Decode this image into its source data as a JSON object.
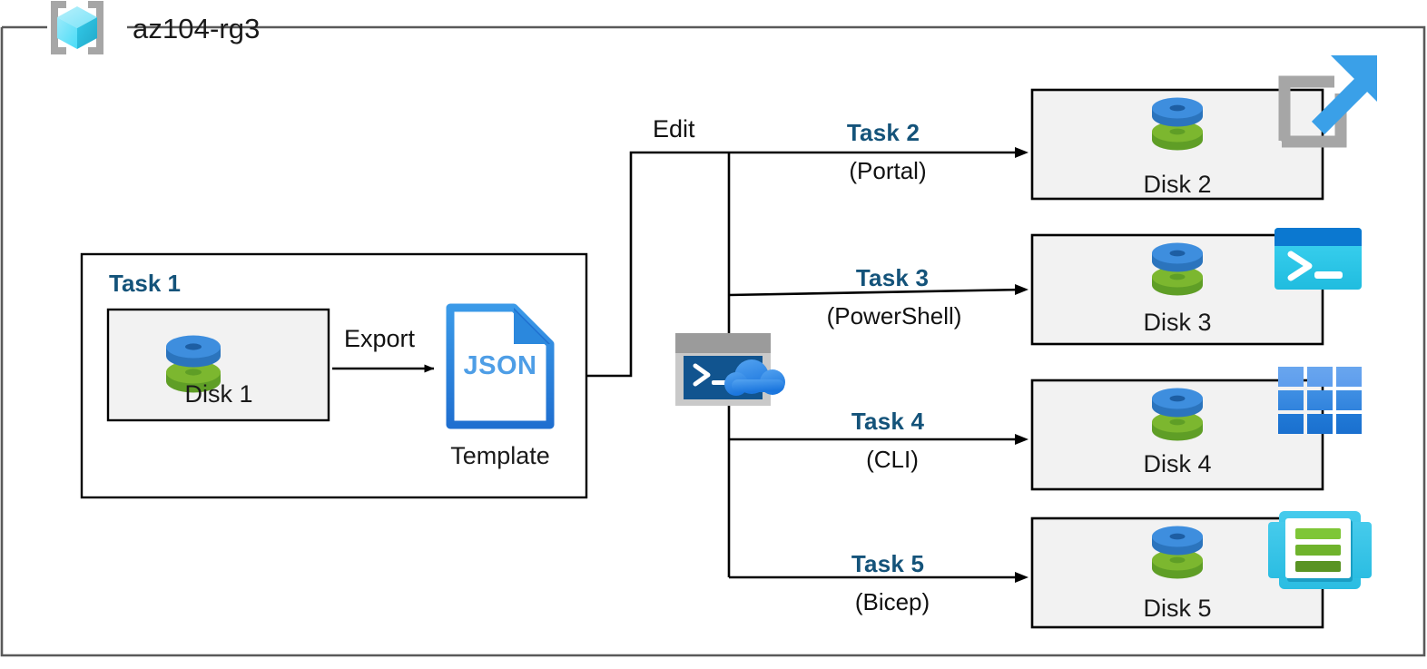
{
  "frame": {
    "title": "az104-rg3",
    "icon": "resource-group-icon",
    "border_color": "#595959"
  },
  "task1": {
    "heading": "Task 1",
    "disk_label": "Disk 1",
    "disk_icon": "azure-disk-icon",
    "arrow_label": "Export",
    "template_icon": "json-file-icon",
    "template_icon_text": "JSON",
    "template_label": "Template"
  },
  "middle": {
    "edit_label": "Edit",
    "cloud_shell_icon": "cloud-shell-icon"
  },
  "branches": [
    {
      "heading": "Task 2",
      "sub": "(Portal)",
      "disk_label": "Disk 2",
      "disk_icon": "azure-disk-icon",
      "tool_icon": "azure-portal-icon"
    },
    {
      "heading": "Task 3",
      "sub": "(PowerShell)",
      "disk_label": "Disk 3",
      "disk_icon": "azure-disk-icon",
      "tool_icon": "powershell-icon"
    },
    {
      "heading": "Task 4",
      "sub": "(CLI)",
      "disk_label": "Disk 4",
      "disk_icon": "azure-disk-icon",
      "tool_icon": "azure-cli-icon"
    },
    {
      "heading": "Task 5",
      "sub": "(Bicep)",
      "disk_label": "Disk 5",
      "disk_icon": "azure-disk-icon",
      "tool_icon": "bicep-template-icon"
    }
  ],
  "colors": {
    "task_blue": "#14537a",
    "box_fill": "#f2f2f2",
    "box_stroke": "#000000",
    "disk_blue": "#3e8ede",
    "disk_green": "#74b72e",
    "json_blue": "#2b88dd",
    "portal_gray": "#a6a6a6",
    "portal_arrow": "#3aa0e8",
    "powershell_dark": "#0b78d0",
    "powershell_light": "#36cdf0",
    "cli_blue": "#2a7fd4",
    "bicep_cyan": "#3ec8e8",
    "bicep_green": "#6fba2c",
    "frame_gray": "#595959"
  }
}
